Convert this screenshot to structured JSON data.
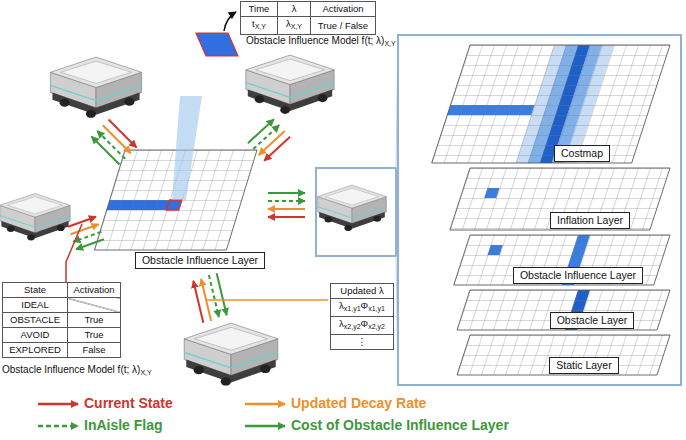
{
  "diagram": {
    "nodes": [
      {
        "text": [
          "Obstacle Influence Layer"
        ]
      },
      {
        "text": [
          "Costmap"
        ]
      },
      {
        "text": [
          "Inflation Layer"
        ]
      },
      {
        "text": [
          "Obstacle Influence Layer"
        ]
      },
      {
        "text": [
          "Obstacle Layer"
        ]
      },
      {
        "text": [
          "Static Layer"
        ]
      }
    ],
    "labels": [
      "Time",
      "λ",
      "Activation",
      "t",
      "X,Y",
      "λ",
      "X,Y",
      "True / False",
      "Obstacle Influence Model f(t; λ)",
      "X,Y",
      "State",
      "Activation",
      "IDEAL",
      "OBSTACLE",
      "True",
      "AVOID",
      "True",
      "EXPLORED",
      "False",
      "Obstacle Influence Model f(t; λ)",
      "X,Y",
      "Updated λ",
      "λ",
      "x1,y1",
      "Φ",
      "x1,y1",
      "λ",
      "x2,y2",
      "Φ",
      "x2,y2",
      "⋮"
    ],
    "legend": [
      {
        "text": "Current State"
      },
      {
        "text": "Updated Decay Rate"
      },
      {
        "text": "InAisle Flag"
      },
      {
        "text": "Cost of Obstacle Influence Layer"
      }
    ]
  }
}
